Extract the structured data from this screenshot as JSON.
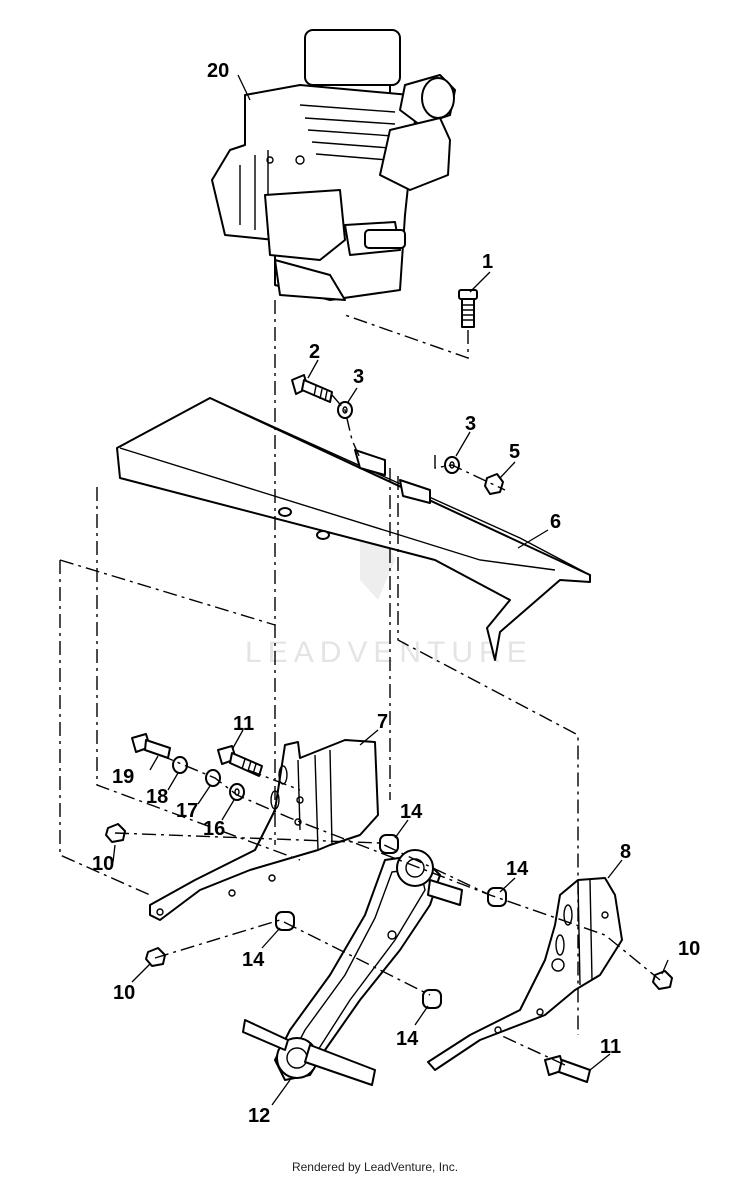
{
  "callouts": {
    "c20": "20",
    "c1": "1",
    "c2": "2",
    "c3a": "3",
    "c3b": "3",
    "c5": "5",
    "c6": "6",
    "c11a": "11",
    "c7": "7",
    "c19": "19",
    "c18": "18",
    "c17": "17",
    "c16": "16",
    "c14a": "14",
    "c10a": "10",
    "c14b": "14",
    "c8": "8",
    "c14c": "14",
    "c10b": "10",
    "c10c": "10",
    "c14d": "14",
    "c11b": "11",
    "c12": "12"
  },
  "watermark": "LEADVENTURE",
  "footer": "Rendered by LeadVenture, Inc."
}
